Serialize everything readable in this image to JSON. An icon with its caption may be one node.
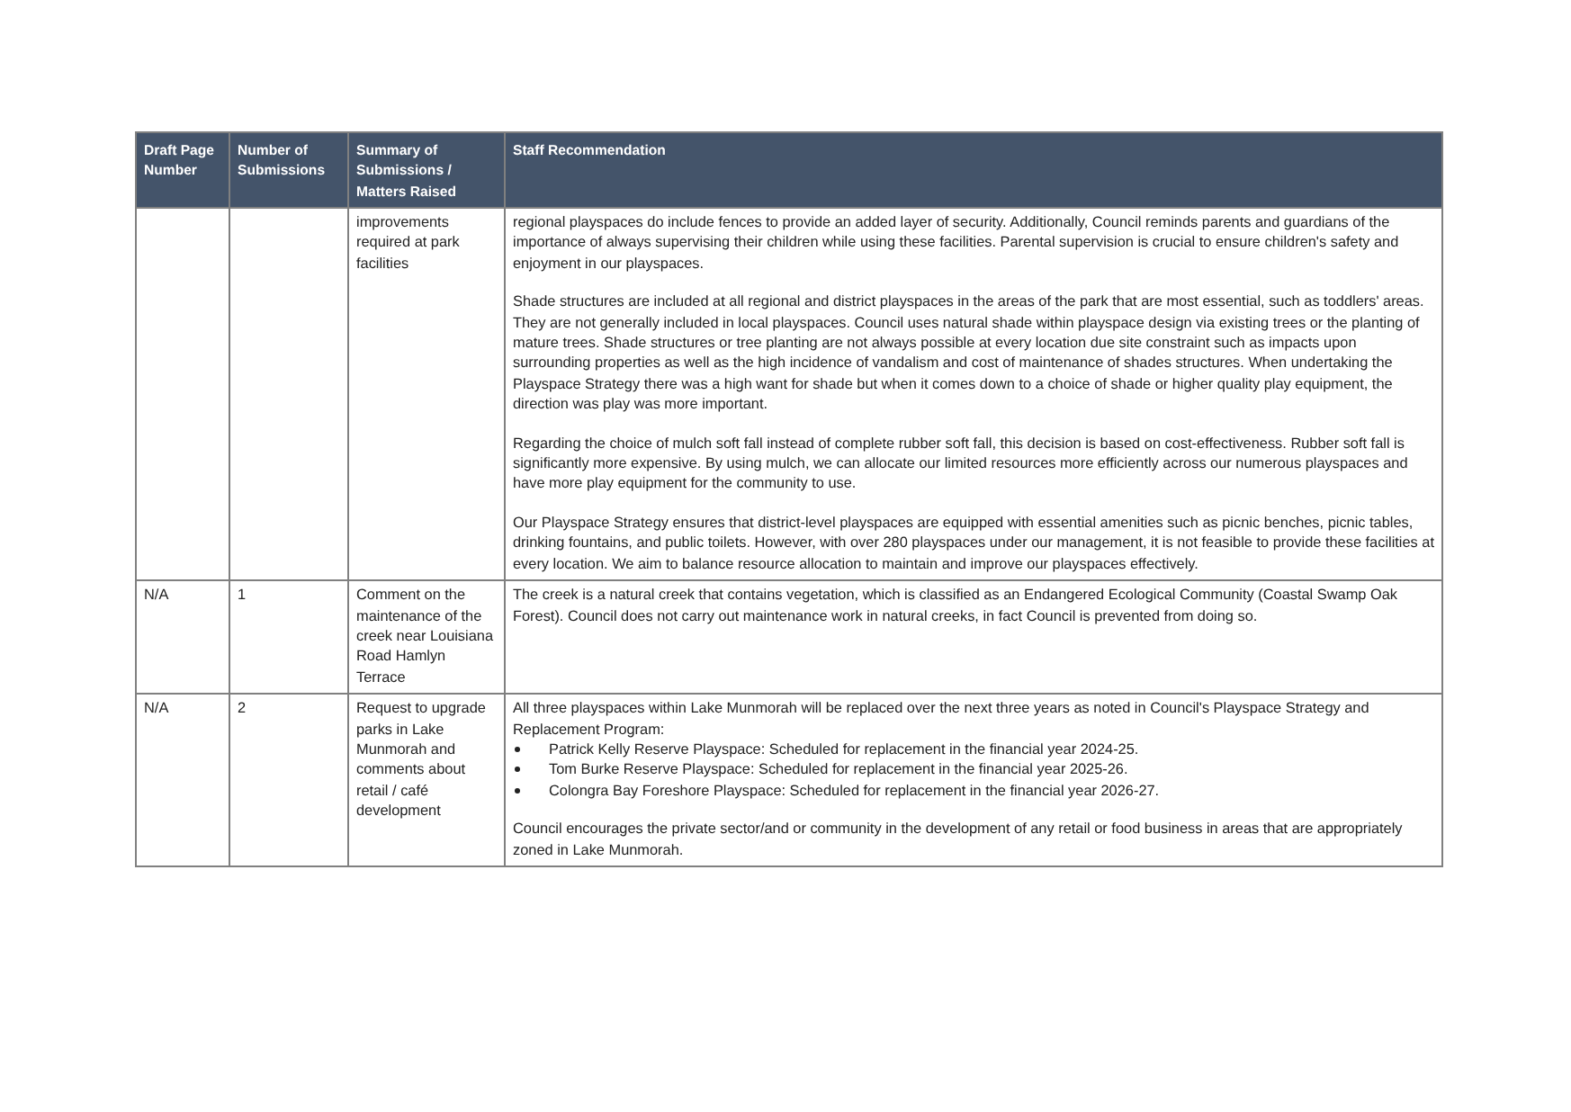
{
  "diagram": {
    "labels": [
      "Draft Page Number",
      "Number of Submissions",
      "Summary of Submissions / Matters Raised",
      "Staff Recommendation",
      "improvements required at park facilities",
      "regional playspaces do include fences to provide an added layer of security. Additionally, Council reminds parents and guardians of the importance of always supervising their children while using these facilities. Parental supervision is crucial to ensure children's safety and enjoyment in our playspaces.",
      "Shade structures are included at all regional and district playspaces in the areas of the park that are most essential, such as toddlers' areas. They are not generally included in local playspaces. Council uses natural shade within playspace design via existing trees or the planting of mature trees. Shade structures or tree planting are not always possible at every location due site constraint such as impacts upon surrounding properties as well as the high incidence of vandalism and cost of maintenance of shades structures. When undertaking the Playspace Strategy there was a high want for shade but when it comes down to a choice of shade or higher quality play equipment, the direction was play was more important.",
      "Regarding the choice of mulch soft fall instead of complete rubber soft fall, this decision is based on cost-effectiveness. Rubber soft fall is significantly more expensive. By using mulch, we can allocate our limited resources more efficiently across our numerous playspaces and have more play equipment for the community to use.",
      "Our Playspace Strategy ensures that district-level playspaces are equipped with essential amenities such as picnic benches, picnic tables, drinking fountains, and public toilets. However, with over 280 playspaces under our management, it is not feasible to provide these facilities at every location. We aim to balance resource allocation to maintain and improve our playspaces effectively.",
      "N/A",
      "1",
      "Comment on the maintenance of the creek near Louisiana Road Hamlyn Terrace",
      "The creek is a natural creek that contains vegetation, which is classified as an Endangered Ecological Community (Coastal Swamp Oak Forest). Council does not carry out maintenance work in natural creeks, in fact Council is prevented from doing so.",
      "N/A",
      "2",
      "Request to upgrade parks in Lake Munmorah and comments about retail / café development",
      "All three playspaces within Lake Munmorah will be replaced over the next three years as noted in Council's Playspace Strategy and Replacement Program:",
      "Patrick Kelly Reserve Playspace: Scheduled for replacement in the financial year 2024-25.",
      "Tom Burke Reserve Playspace: Scheduled for replacement in the financial year 2025-26.",
      "Colongra Bay Foreshore Playspace: Scheduled for replacement in the financial year 2026-27.",
      "Council encourages the private sector/and or community in the development of any retail or food business in areas that are appropriately zoned in Lake Munmorah."
    ]
  }
}
